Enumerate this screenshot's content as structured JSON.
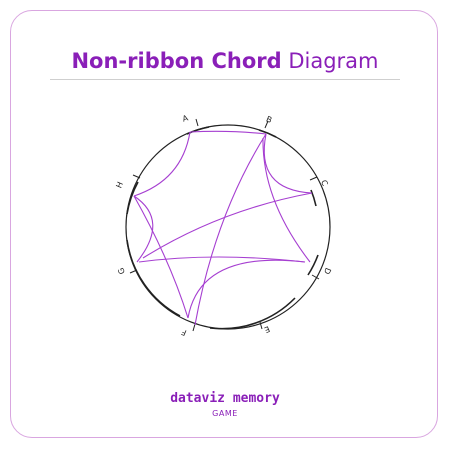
{
  "header": {
    "title_bold": "Non-ribbon Chord",
    "title_light": "Diagram"
  },
  "diagram": {
    "labels": [
      "A",
      "B",
      "C",
      "D",
      "E",
      "F",
      "G",
      "H"
    ],
    "chord_color": "#a63fd1",
    "arc_color": "#222222"
  },
  "footer": {
    "brand": "dataviz memory",
    "subtitle": "GAME"
  }
}
